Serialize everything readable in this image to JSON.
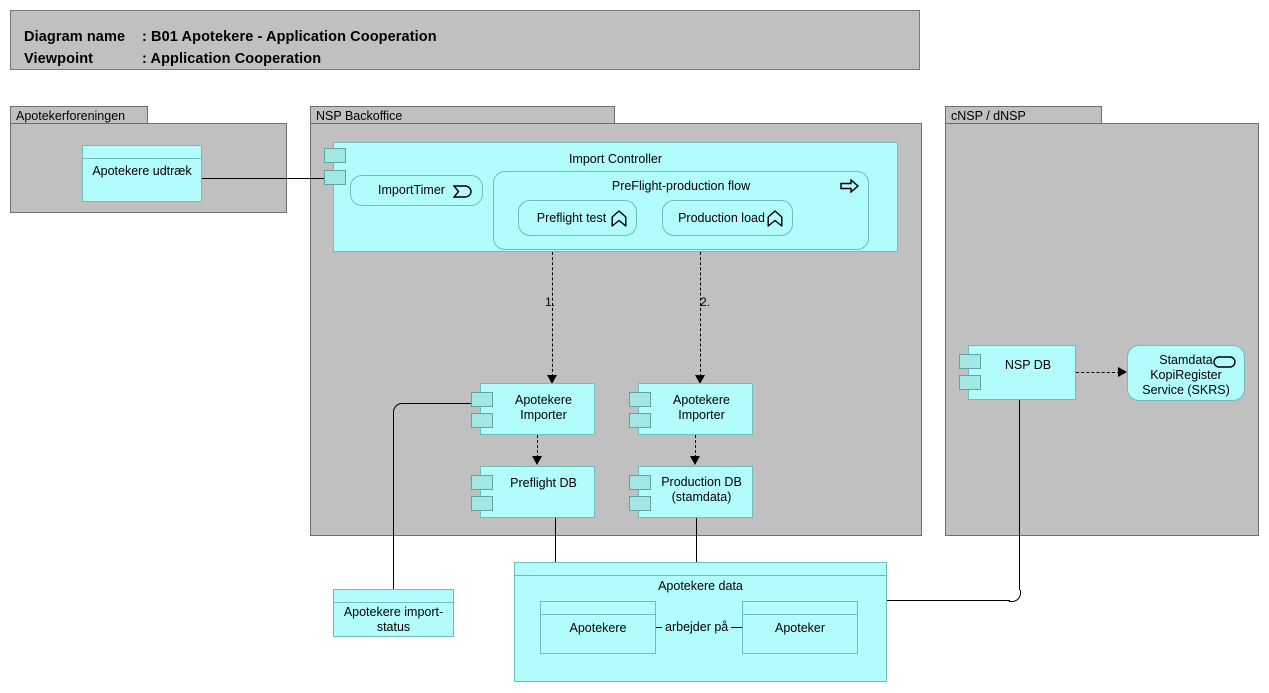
{
  "header": {
    "diagram_name_key": "Diagram name",
    "diagram_name_sep": ": B01 Apotekere - Application Cooperation",
    "viewpoint_key": "Viewpoint",
    "viewpoint_sep": ": Application Cooperation"
  },
  "groups": [
    {
      "id": "apotekerforeningen",
      "label": "Apotekerforeningen"
    },
    {
      "id": "nsp-backoffice",
      "label": "NSP Backoffice"
    },
    {
      "id": "cnsp-dnsp",
      "label": "cNSP / dNSP"
    }
  ],
  "nodes": {
    "apotekere_udtraek": {
      "label": "Apotekere udtræk",
      "type": "data-object"
    },
    "import_controller": {
      "label": "Import Controller",
      "type": "application-component"
    },
    "import_timer": {
      "label": "ImportTimer",
      "type": "application-event",
      "icon": "event-icon"
    },
    "preflight_production_flow": {
      "label": "PreFlight-production flow",
      "type": "application-process",
      "icon": "process-arrow-icon"
    },
    "preflight_test": {
      "label": "Preflight test",
      "type": "application-function",
      "icon": "function-icon"
    },
    "production_load": {
      "label": "Production load",
      "type": "application-function",
      "icon": "function-icon"
    },
    "apotekere_importer_1": {
      "label": "Apotekere\nImporter",
      "type": "application-component"
    },
    "apotekere_importer_2": {
      "label": "Apotekere\nImporter",
      "type": "application-component"
    },
    "preflight_db": {
      "label": "Preflight DB",
      "type": "application-component"
    },
    "production_db": {
      "label": "Production DB\n(stamdata)",
      "type": "application-component"
    },
    "apotekere_import_status": {
      "label": "Apotekere import-\nstatus",
      "type": "data-object"
    },
    "apotekere_data": {
      "label": "Apotekere data",
      "type": "data-object"
    },
    "apotekere": {
      "label": "Apotekere",
      "type": "data-object"
    },
    "apoteker": {
      "label": "Apoteker",
      "type": "data-object"
    },
    "nsp_db": {
      "label": "NSP DB",
      "type": "application-component"
    },
    "stamdata_service": {
      "label": "Stamdata\nKopiRegister\nService (SKRS)",
      "type": "application-service",
      "icon": "service-oval-icon"
    }
  },
  "connectors": {
    "flow_1_label": "1.",
    "flow_2_label": "2.",
    "arbejder_paa_label": "arbejder på"
  },
  "colors": {
    "app_fill": "#b2fdfb",
    "app_stroke": "#6fbcb8",
    "group_fill": "#c0c0c0",
    "group_stroke": "#6f6f6f",
    "port_fill": "#a2e7e2",
    "canvas": "#ffffff",
    "line": "#000000"
  }
}
